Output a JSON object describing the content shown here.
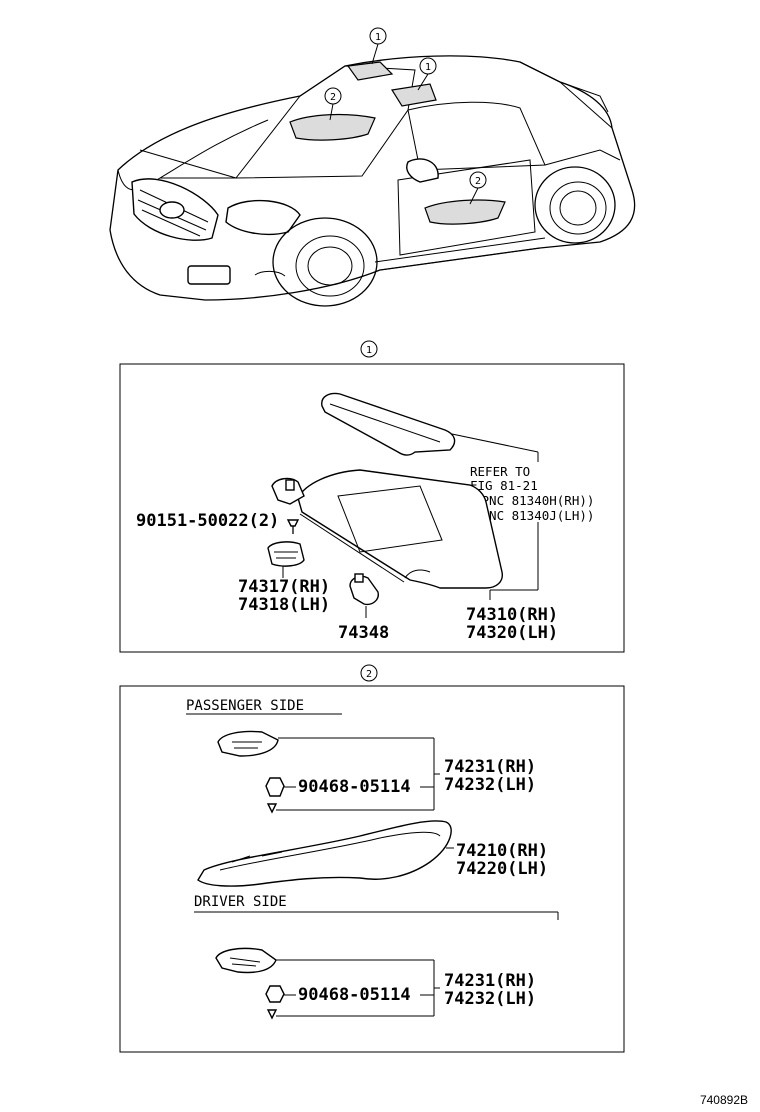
{
  "figure_id": "740892B",
  "callouts": {
    "one": "1",
    "two": "2"
  },
  "section1": {
    "note": {
      "line1": "REFER TO",
      "line2": "FIG 81-21",
      "line3": "(PNC 81340H(RH))",
      "line4": "(PNC 81340J(LH))"
    },
    "screw": "90151-50022(2)",
    "holder_rh": "74317(RH)",
    "holder_lh": "74318(LH)",
    "clip": "74348",
    "visor_rh": "74310(RH)",
    "visor_lh": "74320(LH)"
  },
  "section2": {
    "passenger_label": "PASSENGER SIDE",
    "driver_label": "DRIVER SIDE",
    "passenger": {
      "cover_rh": "74231(RH)",
      "cover_lh": "74232(LH)",
      "bolt": "90468-05114"
    },
    "grip_rh": "74210(RH)",
    "grip_lh": "74220(LH)",
    "driver": {
      "cover_rh": "74231(RH)",
      "cover_lh": "74232(LH)",
      "bolt": "90468-05114"
    }
  }
}
